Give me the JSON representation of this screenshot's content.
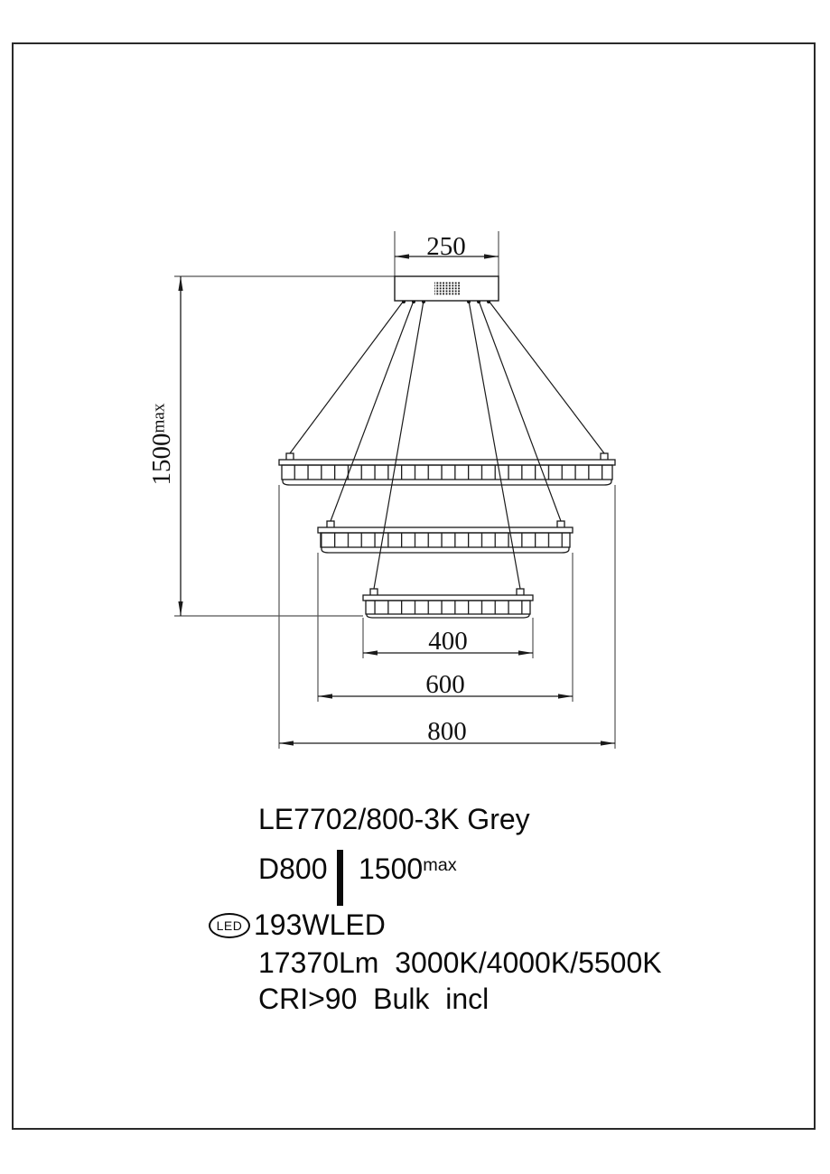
{
  "drawing": {
    "dimensions": {
      "canopy_width": "250",
      "drop_height_value": "1500",
      "drop_height_suffix": "max",
      "ring_small_diameter": "400",
      "ring_middle_diameter": "600",
      "ring_large_diameter": "800"
    }
  },
  "specs": {
    "model": "LE7702/800-3K Grey",
    "diameter": "D800",
    "drop_value": "1500",
    "drop_suffix": "max",
    "led_badge": "LED",
    "wattage": "193WLED",
    "lumens_and_cct": "17370Lm  3000K/4000K/5500K",
    "cri_line": "CRI>90  Bulk  incl"
  },
  "colors": {
    "line": "#1a1a1a",
    "background": "#ffffff"
  }
}
